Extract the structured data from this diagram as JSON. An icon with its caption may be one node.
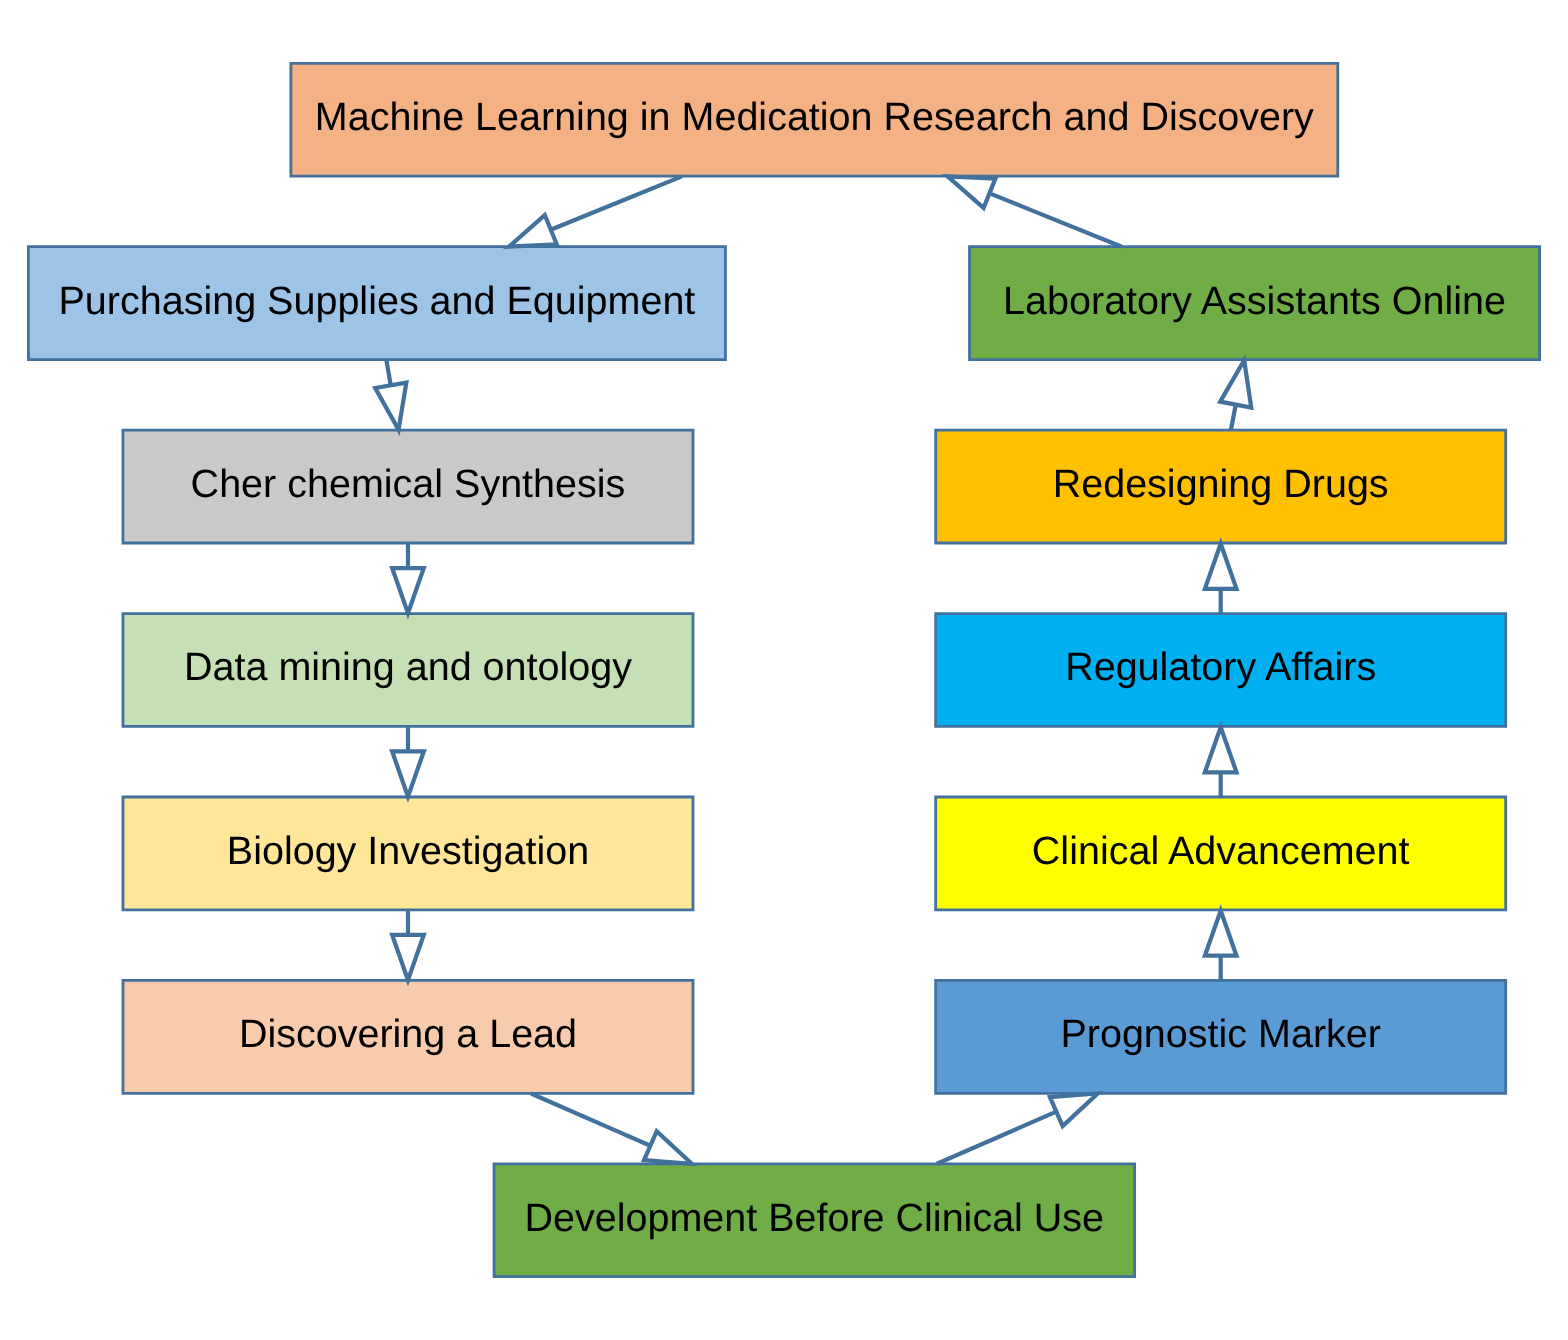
{
  "diagram": {
    "nodes": [
      {
        "text": [
          "Machine Learning in Medication Research and Discovery"
        ]
      },
      {
        "text": [
          "Purchasing Supplies and Equipment"
        ]
      },
      {
        "text": [
          "Cher chemical Synthesis"
        ]
      },
      {
        "text": [
          "Data mining and ontology"
        ]
      },
      {
        "text": [
          "Biology Investigation"
        ]
      },
      {
        "text": [
          "Discovering a Lead"
        ]
      },
      {
        "text": [
          "Development Before Clinical Use"
        ]
      },
      {
        "text": [
          "Prognostic Marker"
        ]
      },
      {
        "text": [
          "Clinical Advancement"
        ]
      },
      {
        "text": [
          "Regulatory Affairs"
        ]
      },
      {
        "text": [
          "Redesigning Drugs"
        ]
      },
      {
        "text": [
          "Laboratory Assistants Online"
        ]
      }
    ],
    "edges": [
      {
        "from": 0,
        "to": 1,
        "arrow": "to"
      },
      {
        "from": 1,
        "to": 2,
        "arrow": "to"
      },
      {
        "from": 2,
        "to": 3,
        "arrow": "to"
      },
      {
        "from": 3,
        "to": 4,
        "arrow": "to"
      },
      {
        "from": 4,
        "to": 5,
        "arrow": "to"
      },
      {
        "from": 5,
        "to": 6,
        "arrow": "to"
      },
      {
        "from": 6,
        "to": 7,
        "arrow": "to"
      },
      {
        "from": 7,
        "to": 8,
        "arrow": "to"
      },
      {
        "from": 8,
        "to": 9,
        "arrow": "to"
      },
      {
        "from": 9,
        "to": 10,
        "arrow": "to"
      },
      {
        "from": 10,
        "to": 11,
        "arrow": "to"
      },
      {
        "from": 11,
        "to": 0,
        "arrow": "to"
      }
    ]
  }
}
